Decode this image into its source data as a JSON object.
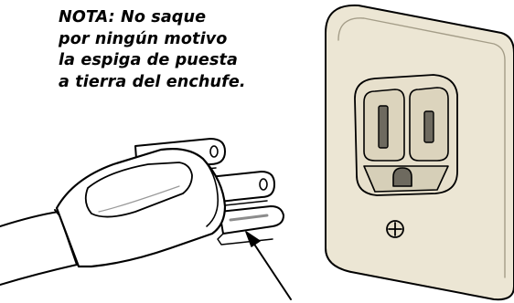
{
  "note": {
    "lines": [
      "NOTA:  No saque",
      "por ningún motivo",
      "la espiga de puesta",
      "a tierra del enchufe."
    ]
  },
  "colors": {
    "wall_plate": "#ece6d4",
    "outlet_face": "#e7e0cc",
    "slots": "#6e6a5f",
    "plug_body": "#ffffff",
    "outline": "#000000"
  },
  "icons": {
    "outlet": "duplex-grounded-outlet-icon",
    "plug": "grounded-plug-icon",
    "screw": "plate-screw-icon",
    "pointer": "arrow-pointer-icon"
  }
}
